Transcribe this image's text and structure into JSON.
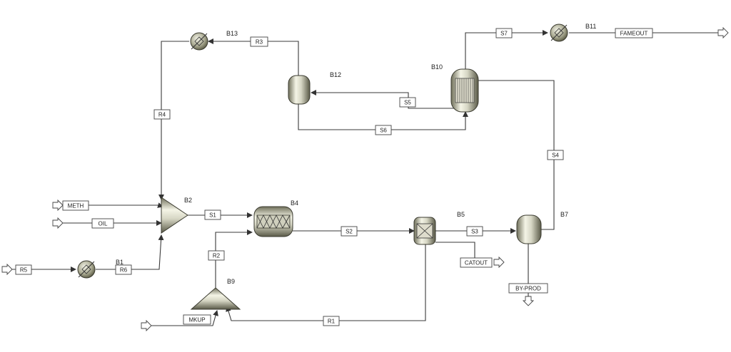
{
  "blocks": {
    "b1": "B1",
    "b2": "B2",
    "b4": "B4",
    "b5": "B5",
    "b7": "B7",
    "b9": "B9",
    "b10": "B10",
    "b11": "B11",
    "b12": "B12",
    "b13": "B13"
  },
  "streams": {
    "meth": "METH",
    "oil": "OIL",
    "r5": "R5",
    "r6": "R6",
    "r4": "R4",
    "r3": "R3",
    "s1": "S1",
    "s2": "S2",
    "s3": "S3",
    "s4": "S4",
    "s5": "S5",
    "s6": "S6",
    "s7": "S7",
    "r2": "R2",
    "r1": "R1",
    "mkup": "MKUP",
    "catout": "CATOUT",
    "byprod": "BY-PROD",
    "fameout": "FAMEOUT"
  }
}
